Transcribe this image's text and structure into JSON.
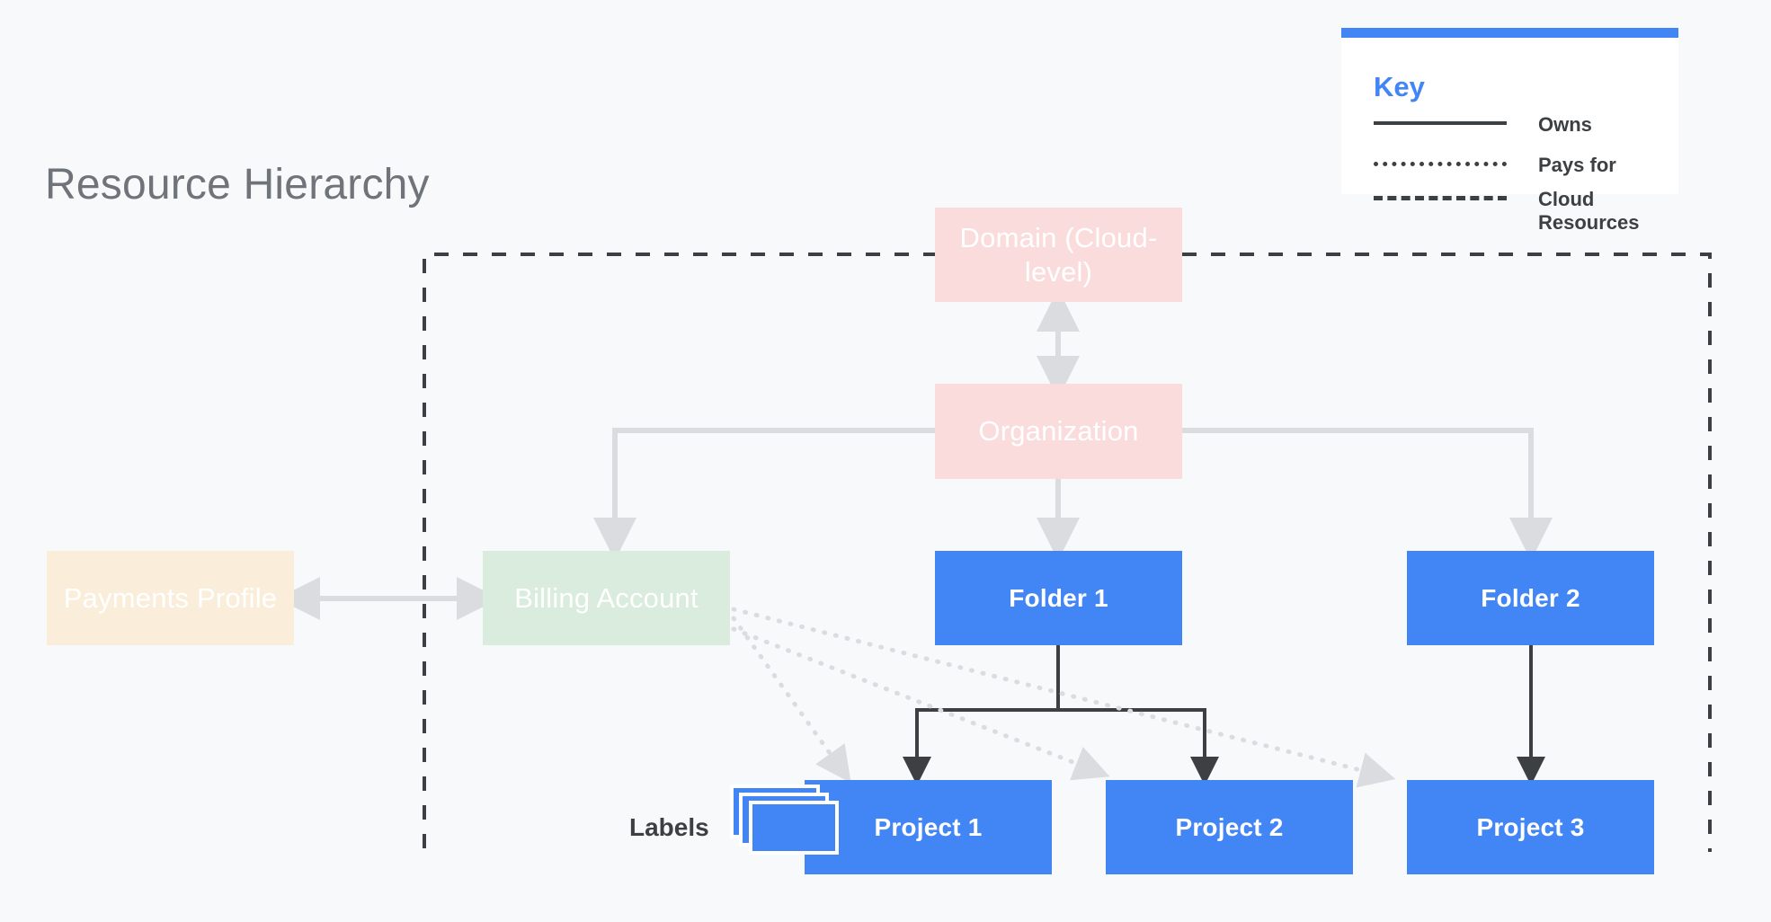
{
  "page": {
    "title": "Resource Hierarchy",
    "background_color": "#f8f9fa"
  },
  "key_panel": {
    "title": "Key",
    "accent_color": "#4285f4",
    "rows": [
      {
        "style": "solid",
        "label": "Owns"
      },
      {
        "style": "dotted",
        "label": "Pays for"
      },
      {
        "style": "dashed",
        "label": "Cloud Resources"
      }
    ]
  },
  "labels_annotation": {
    "text": "Labels",
    "icon": "stacked-cards-icon"
  },
  "nodes": {
    "domain": {
      "label": "Domain (Cloud-level)",
      "fill": "#fbdcdc",
      "text_color": "#ffffff"
    },
    "organization": {
      "label": "Organization",
      "fill": "#fbdcdc",
      "text_color": "#ffffff"
    },
    "payments_profile": {
      "label": "Payments Profile",
      "fill": "#faeedb",
      "text_color": "#ffffff"
    },
    "billing_account": {
      "label": "Billing Account",
      "fill": "#d9ecdd",
      "text_color": "#ffffff"
    },
    "folder1": {
      "label": "Folder 1",
      "fill": "#4285f4",
      "text_color": "#ffffff"
    },
    "folder2": {
      "label": "Folder 2",
      "fill": "#4285f4",
      "text_color": "#ffffff"
    },
    "project1": {
      "label": "Project 1",
      "fill": "#4285f4",
      "text_color": "#ffffff"
    },
    "project2": {
      "label": "Project 2",
      "fill": "#4285f4",
      "text_color": "#ffffff"
    },
    "project3": {
      "label": "Project 3",
      "fill": "#4285f4",
      "text_color": "#ffffff"
    }
  },
  "edges": [
    {
      "from": "domain",
      "to": "organization",
      "kind": "bidirectional",
      "color": "#dadce0"
    },
    {
      "from": "organization",
      "to": "billing_account",
      "kind": "owns-light",
      "color": "#dadce0"
    },
    {
      "from": "organization",
      "to": "folder1",
      "kind": "owns-light",
      "color": "#dadce0"
    },
    {
      "from": "organization",
      "to": "folder2",
      "kind": "owns-light",
      "color": "#dadce0"
    },
    {
      "from": "payments_profile",
      "to": "billing_account",
      "kind": "bidirectional",
      "color": "#dadce0"
    },
    {
      "from": "folder1",
      "to": "project1",
      "kind": "owns",
      "color": "#3c4043"
    },
    {
      "from": "folder1",
      "to": "project2",
      "kind": "owns",
      "color": "#3c4043"
    },
    {
      "from": "folder2",
      "to": "project3",
      "kind": "owns",
      "color": "#3c4043"
    },
    {
      "from": "billing_account",
      "to": "project1",
      "kind": "pays-for",
      "color": "#dadce0"
    },
    {
      "from": "billing_account",
      "to": "project2",
      "kind": "pays-for",
      "color": "#dadce0"
    },
    {
      "from": "billing_account",
      "to": "project3",
      "kind": "pays-for",
      "color": "#dadce0"
    }
  ],
  "cloud_resources_boundary": {
    "style": "dashed",
    "color": "#3c4043"
  }
}
